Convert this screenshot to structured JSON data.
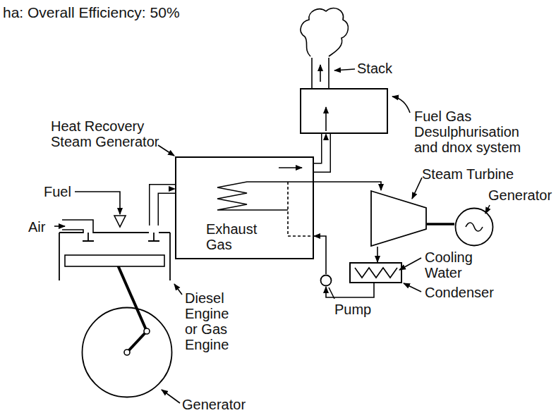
{
  "diagram": {
    "title": "ha: Overall Efficiency: 50%",
    "nodes": [
      {
        "text": [
          "Fuel Gas Desulphurisation and dnox system"
        ]
      },
      {
        "text": [
          "Heat Recovery Steam Generator",
          "Exhaust Gas"
        ]
      },
      {
        "text": [
          "Steam Turbine"
        ]
      },
      {
        "text": [
          "Generator"
        ]
      },
      {
        "text": [
          "Cooling Water",
          "Condenser"
        ]
      },
      {
        "text": [
          "Pump"
        ]
      },
      {
        "text": [
          "Diesel Engine or Gas Engine"
        ]
      },
      {
        "text": [
          "Generator"
        ]
      }
    ],
    "edges": [
      {
        "from": 6,
        "to": 1,
        "arrow": "to"
      },
      {
        "from": 1,
        "to": 0,
        "arrow": "to"
      },
      {
        "from": 1,
        "to": 2,
        "arrow": "to"
      },
      {
        "from": 2,
        "to": 3,
        "arrow": "none"
      },
      {
        "from": 2,
        "to": 4,
        "arrow": "to"
      },
      {
        "from": 4,
        "to": 5,
        "arrow": "to"
      },
      {
        "from": 5,
        "to": 1,
        "arrow": "to"
      }
    ],
    "labels": [
      "Stack",
      "Fuel",
      "Air"
    ]
  }
}
